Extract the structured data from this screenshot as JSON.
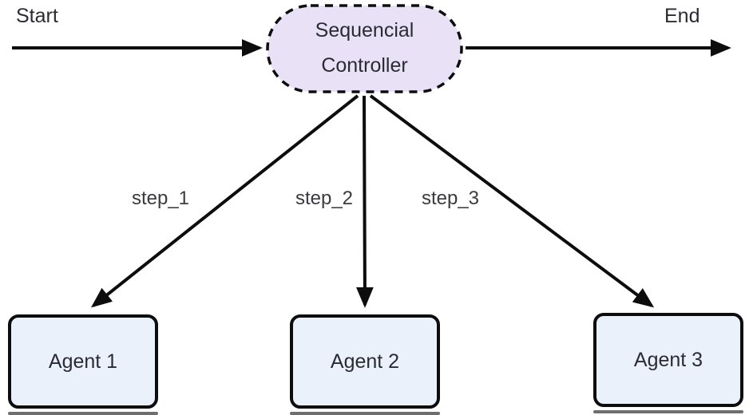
{
  "diagram": {
    "start_label": "Start",
    "end_label": "End",
    "controller": {
      "label": "Sequencial Controller"
    },
    "agents": [
      {
        "label": "Agent 1"
      },
      {
        "label": "Agent 2"
      },
      {
        "label": "Agent 3"
      }
    ],
    "edges": [
      {
        "label": "step_1"
      },
      {
        "label": "step_2"
      },
      {
        "label": "step_3"
      }
    ],
    "colors": {
      "controller_fill": "#e9e2f7",
      "agent_fill": "#ebf1fb",
      "stroke": "#0d0d0d",
      "text": "#2b2b33"
    }
  }
}
